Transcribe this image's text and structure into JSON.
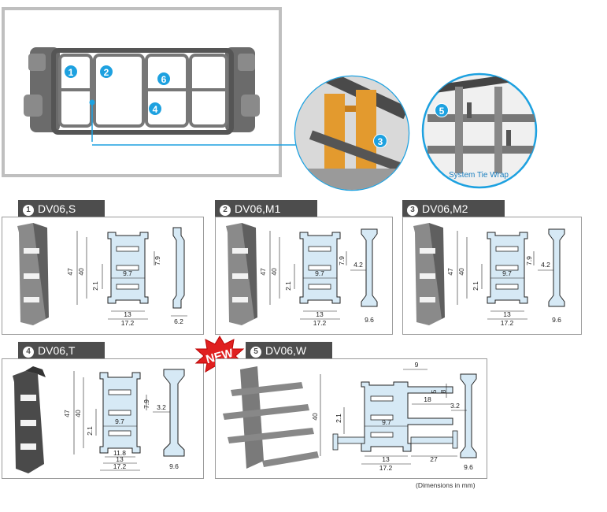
{
  "overview": {
    "callouts": [
      "1",
      "2",
      "6",
      "4"
    ],
    "detail_a_callout": "3",
    "detail_b_callout": "5",
    "detail_b_caption": "System Tie Wrap"
  },
  "panels": [
    {
      "num": "1",
      "title": "DV06,S",
      "dims": {
        "h_outer": "47",
        "h_inner": "40",
        "small_v": "2.1",
        "gap": "9.7",
        "slot_h": "7.9",
        "w_inner": "13",
        "w_outer": "17.2",
        "side_w": "6.2"
      }
    },
    {
      "num": "2",
      "title": "DV06,M1",
      "dims": {
        "h_outer": "47",
        "h_inner": "40",
        "small_v": "2.1",
        "gap": "9.7",
        "slot_h": "7.9",
        "side_off": "4.2",
        "w_inner": "13",
        "w_outer": "17.2",
        "side_w": "9.6"
      }
    },
    {
      "num": "3",
      "title": "DV06,M2",
      "dims": {
        "h_outer": "47",
        "h_inner": "40",
        "small_v": "2.1",
        "gap": "9.7",
        "slot_h": "7.9",
        "side_off": "4.2",
        "w_inner": "13",
        "w_outer": "17.2",
        "side_w": "9.6"
      }
    },
    {
      "num": "4",
      "title": "DV06,T",
      "dims": {
        "h_outer": "47",
        "h_inner": "40",
        "small_v": "2.1",
        "gap": "9.7",
        "slot_h": "7.9",
        "side_off": "3.2",
        "w_small": "11.8",
        "w_inner": "13",
        "w_outer": "17.2",
        "side_w": "9.6"
      }
    },
    {
      "num": "5",
      "title": "DV06,W",
      "badge": "NEW",
      "dims": {
        "top": "9",
        "d5": "5",
        "d8": "8",
        "d18": "18",
        "h_inner": "40",
        "small_v": "2.1",
        "gap": "9.7",
        "side_off": "3.2",
        "w_inner": "13",
        "w_outer": "17.2",
        "ext": "27",
        "side_w": "9.6"
      }
    }
  ],
  "footnote": "(Dimensions in mm)"
}
